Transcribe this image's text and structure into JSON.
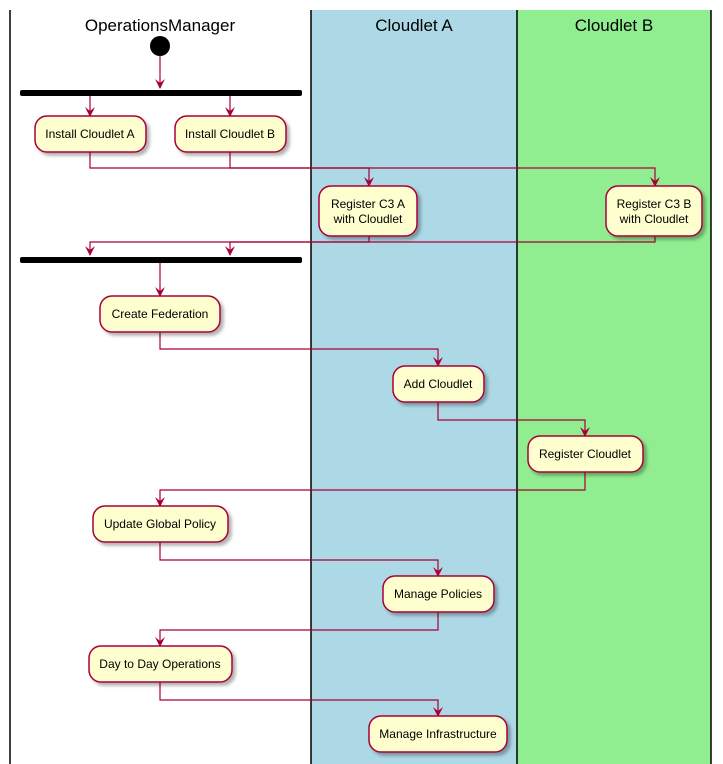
{
  "lanes": [
    {
      "id": "ops",
      "title": "OperationsManager",
      "color": "#ffffff"
    },
    {
      "id": "a",
      "title": "Cloudlet A",
      "color": "#add8e6"
    },
    {
      "id": "b",
      "title": "Cloudlet B",
      "color": "#90ee90"
    }
  ],
  "activities": [
    {
      "id": "install_a",
      "lines": [
        "Install Cloudlet A"
      ]
    },
    {
      "id": "install_b",
      "lines": [
        "Install Cloudlet B"
      ]
    },
    {
      "id": "reg_c3a",
      "lines": [
        "Register C3 A",
        "with Cloudlet"
      ]
    },
    {
      "id": "reg_c3b",
      "lines": [
        "Register C3 B",
        "with Cloudlet"
      ]
    },
    {
      "id": "create_fed",
      "lines": [
        "Create Federation"
      ]
    },
    {
      "id": "add_cloudlet",
      "lines": [
        "Add Cloudlet"
      ]
    },
    {
      "id": "register_cloudlet",
      "lines": [
        "Register Cloudlet"
      ]
    },
    {
      "id": "update_policy",
      "lines": [
        "Update Global Policy"
      ]
    },
    {
      "id": "manage_policies",
      "lines": [
        "Manage Policies"
      ]
    },
    {
      "id": "day_ops",
      "lines": [
        "Day to Day Operations"
      ]
    },
    {
      "id": "manage_infra",
      "lines": [
        "Manage Infrastructure"
      ]
    }
  ],
  "colors": {
    "activity_fill": "#fefece",
    "activity_border": "#a80036",
    "arrow": "#a80036",
    "bar": "#000000"
  }
}
